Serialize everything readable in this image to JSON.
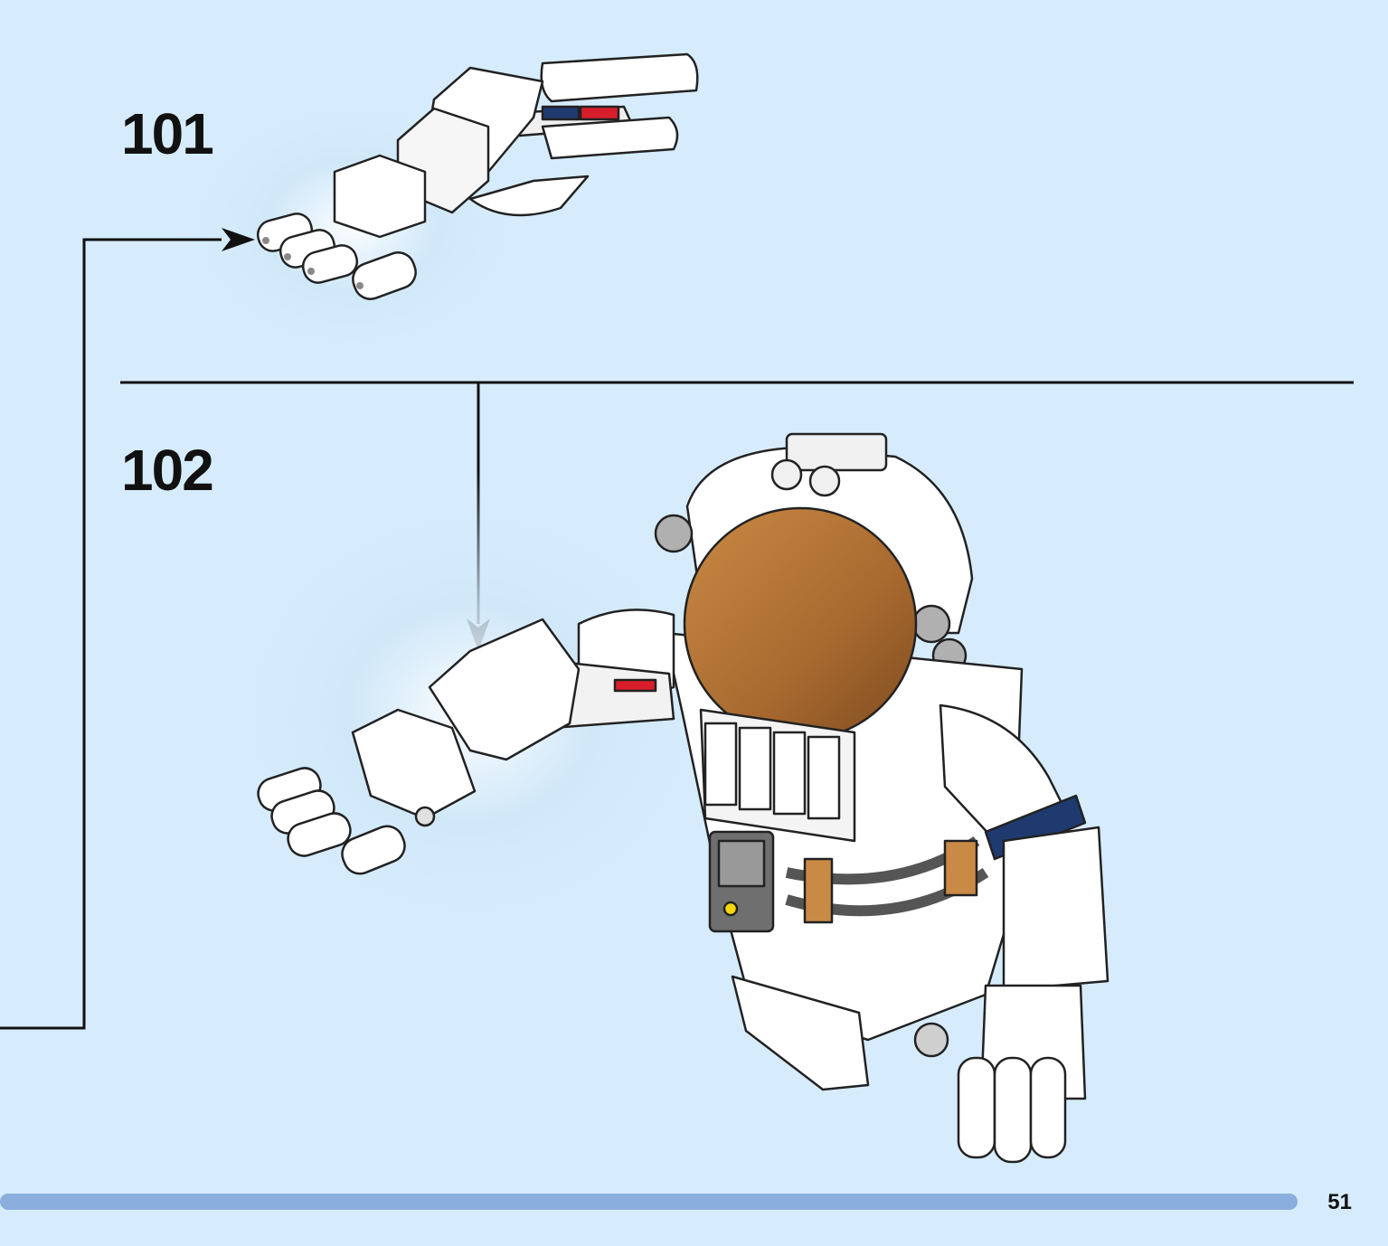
{
  "steps": [
    {
      "number": "101"
    },
    {
      "number": "102"
    }
  ],
  "page_number": "51",
  "colors": {
    "background": "#d6ecfc",
    "progress_bar": "#8aaede",
    "helmet_visor": "#b8773a",
    "accent_blue": "#1f3a6e",
    "accent_red": "#d81e2a",
    "burst": "#a9d3f1"
  },
  "icons": [
    "arrow-icon",
    "astronaut-figure",
    "arm-subassembly"
  ]
}
